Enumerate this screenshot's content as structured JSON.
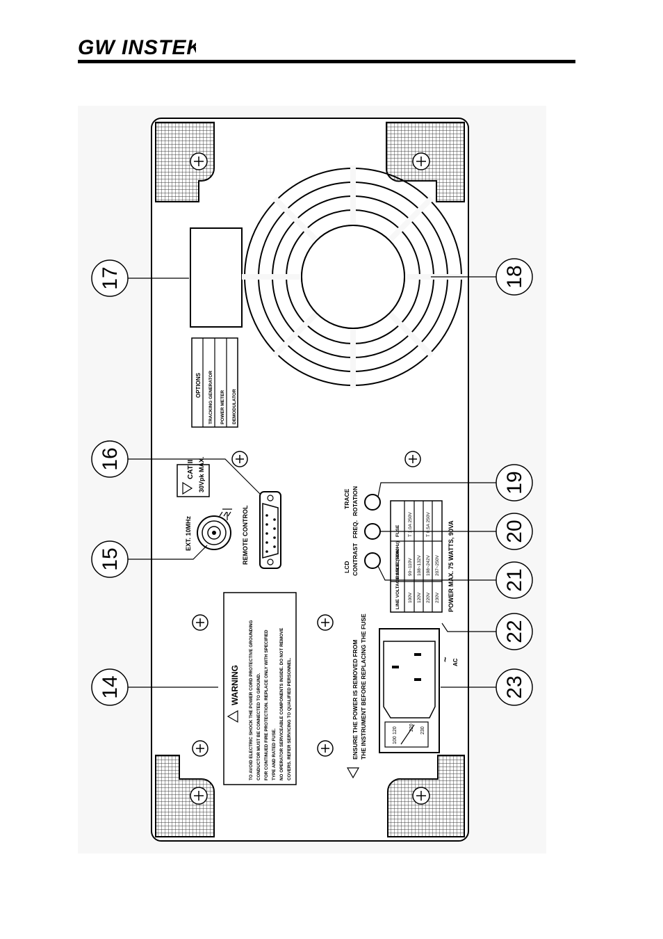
{
  "header": {
    "brand": "GW INSTEK"
  },
  "diagram": {
    "callouts": [
      "14",
      "15",
      "16",
      "17",
      "18",
      "19",
      "20",
      "21",
      "22",
      "23"
    ],
    "warning": {
      "title": "WARNING",
      "lines": [
        "TO AVOID ELECTRIC SHOCK THE POWER CORD PROTECTIVE GROUNDING",
        "CONDUCTOR MUST BE CONNECTED TO GROUND.",
        "FOR CONTINUED FIRE PROTECTION. REPLACE ONLY WITH SPECIFIED",
        "TYPE AND RATED FUSE.",
        "NO OPERATOR SERVICEABLE COMPONENTS INSIDE. DO NOT REMOVE",
        "COVERS. REFER SERVICING TO QUALIFIED PERSONNEL."
      ]
    },
    "ext_ref": "EXT. 10MHz",
    "cat": {
      "line1": "CAT II",
      "line2": "30Vpk MAX."
    },
    "remote_control": "REMOTE CONTROL",
    "options": {
      "title": "OPTIONS",
      "items": [
        "TRACKING GENERATOR",
        "POWER METER",
        "DEMODULATOR"
      ]
    },
    "knobs": {
      "lcd": "LCD",
      "contrast": "CONTRAST",
      "freq": "FREQ.",
      "trace": "TRACE",
      "rotation": "ROTATION"
    },
    "voltage_table": {
      "headers": [
        "LINE VOLTAGE SELECTION",
        "RANGE (50/60Hz)",
        "FUSE"
      ],
      "rows": [
        [
          "100V",
          "90~110V",
          "T 1.0A 250V"
        ],
        [
          "120V",
          "108~132V",
          ""
        ],
        [
          "220V",
          "198~242V",
          "T 0.5A 250V"
        ],
        [
          "230V",
          "207~250V",
          ""
        ]
      ]
    },
    "power_max": "POWER MAX. 75 WATTS, 90VA",
    "fuse_notice": {
      "line1": "ENSURE THE POWER IS REMOVED FROM",
      "line2": "THE INSTRUMENT BEFORE REPLACING THE FUSE"
    },
    "ac": {
      "symbol": "~",
      "label": "AC"
    },
    "selector_values": [
      "100",
      "120",
      "220",
      "230"
    ]
  }
}
